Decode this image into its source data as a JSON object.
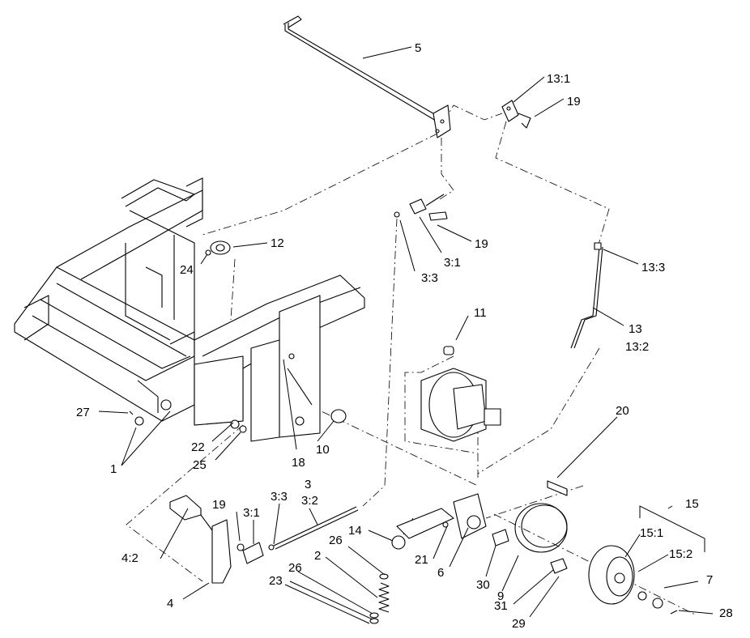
{
  "callouts": [
    {
      "id": "c5",
      "text": "5"
    },
    {
      "id": "c13_1",
      "text": "13:1"
    },
    {
      "id": "c19_top",
      "text": "19"
    },
    {
      "id": "c12",
      "text": "12"
    },
    {
      "id": "c24",
      "text": "24"
    },
    {
      "id": "c19_mid",
      "text": "19"
    },
    {
      "id": "c3_1_mid",
      "text": "3:1"
    },
    {
      "id": "c3_3_mid",
      "text": "3:3"
    },
    {
      "id": "c13_3",
      "text": "13:3"
    },
    {
      "id": "c11",
      "text": "11"
    },
    {
      "id": "c13",
      "text": "13"
    },
    {
      "id": "c13_2",
      "text": "13:2"
    },
    {
      "id": "c27",
      "text": "27"
    },
    {
      "id": "c22",
      "text": "22"
    },
    {
      "id": "c25",
      "text": "25"
    },
    {
      "id": "c1",
      "text": "1"
    },
    {
      "id": "c18",
      "text": "18"
    },
    {
      "id": "c10",
      "text": "10"
    },
    {
      "id": "c20",
      "text": "20"
    },
    {
      "id": "c15",
      "text": "15"
    },
    {
      "id": "c15_1",
      "text": "15:1"
    },
    {
      "id": "c15_2",
      "text": "15:2"
    },
    {
      "id": "c7",
      "text": "7"
    },
    {
      "id": "c28",
      "text": "28"
    },
    {
      "id": "c19_low",
      "text": "19"
    },
    {
      "id": "c3_1_low",
      "text": "3:1"
    },
    {
      "id": "c3_3_low",
      "text": "3:3"
    },
    {
      "id": "c3",
      "text": "3"
    },
    {
      "id": "c3_2",
      "text": "3:2"
    },
    {
      "id": "c14",
      "text": "14"
    },
    {
      "id": "c26_a",
      "text": "26"
    },
    {
      "id": "c2",
      "text": "2"
    },
    {
      "id": "c26_b",
      "text": "26"
    },
    {
      "id": "c23",
      "text": "23"
    },
    {
      "id": "c4_2",
      "text": "4:2"
    },
    {
      "id": "c4",
      "text": "4"
    },
    {
      "id": "c21",
      "text": "21"
    },
    {
      "id": "c6",
      "text": "6"
    },
    {
      "id": "c30",
      "text": "30"
    },
    {
      "id": "c9",
      "text": "9"
    },
    {
      "id": "c31",
      "text": "31"
    },
    {
      "id": "c29",
      "text": "29"
    }
  ]
}
